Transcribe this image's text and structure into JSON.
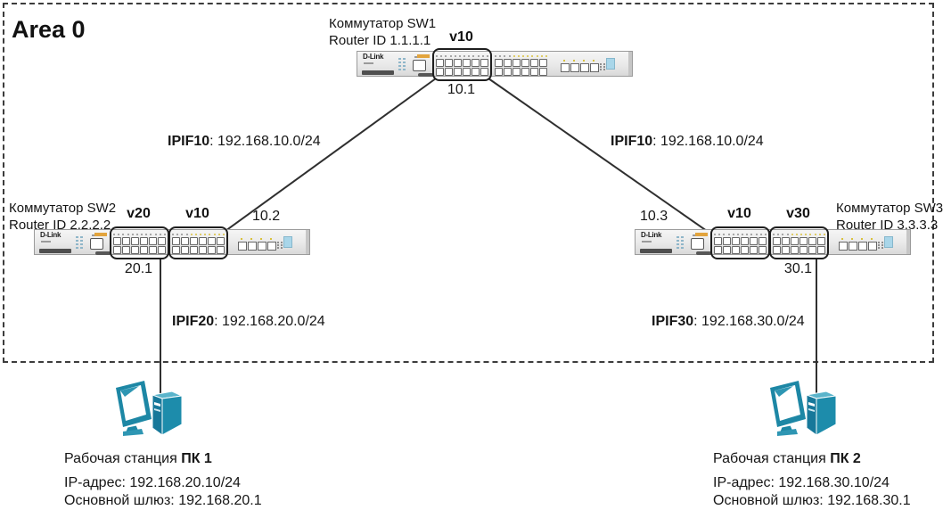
{
  "area": {
    "label": "Area 0"
  },
  "device_brand": "D-Link",
  "switches": {
    "sw1": {
      "name": "Коммутатор SW1",
      "router_id": "Router ID 1.1.1.1",
      "vlan": "v10",
      "port_label": "10.1"
    },
    "sw2": {
      "name": "Коммутатор SW2",
      "router_id": "Router ID 2.2.2.2",
      "vlan_left": "v20",
      "vlan_right": "v10",
      "uplink_port_label": "10.2",
      "access_port_label": "20.1"
    },
    "sw3": {
      "name": "Коммутатор SW3",
      "router_id": "Router ID 3.3.3.3",
      "vlan_left": "v10",
      "vlan_right": "v30",
      "uplink_port_label": "10.3",
      "access_port_label": "30.1"
    }
  },
  "links": {
    "ipif10_left": {
      "label": "IPIF10",
      "value": ": 192.168.10.0/24"
    },
    "ipif10_right": {
      "label": "IPIF10",
      "value": ": 192.168.10.0/24"
    },
    "ipif20": {
      "label": "IPIF20",
      "value": ": 192.168.20.0/24"
    },
    "ipif30": {
      "label": "IPIF30",
      "value": ": 192.168.30.0/24"
    }
  },
  "workstations": {
    "pc1": {
      "label_prefix": "Рабочая станция ",
      "name": "ПК 1",
      "ip": "IP-адрес: 192.168.20.10/24",
      "gateway": "Основной шлюз: 192.168.20.1"
    },
    "pc2": {
      "label_prefix": "Рабочая станция ",
      "name": "ПК 2",
      "ip": "IP-адрес: 192.168.30.10/24",
      "gateway": "Основной шлюз: 192.168.30.1"
    }
  },
  "colors": {
    "workstation_teal": "#1d87a5",
    "line": "#2f2f2f",
    "led_yellow": "#d9c13d",
    "switch_blue_tag": "#a9d6e9"
  }
}
